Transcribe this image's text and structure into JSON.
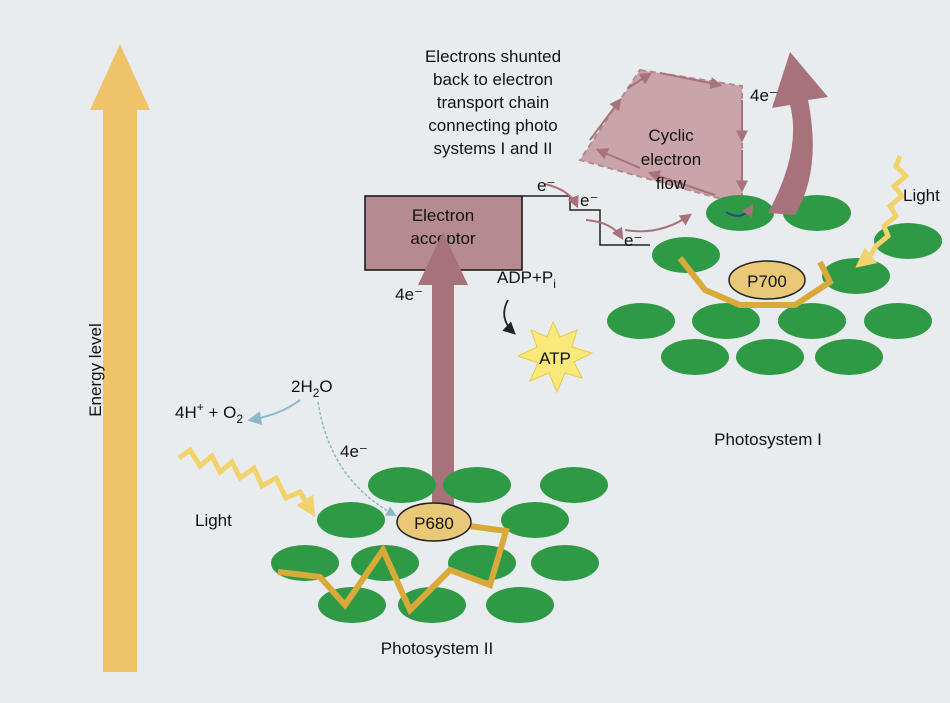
{
  "axis": {
    "label": "Energy level"
  },
  "callout": {
    "lines": [
      "Electrons shunted",
      "back to electron",
      "transport chain",
      "connecting photo",
      "systems I and II"
    ]
  },
  "acceptor": {
    "lines": [
      "Electron",
      "acceptor"
    ]
  },
  "cyclic": {
    "lines": [
      "Cyclic",
      "electron",
      "flow"
    ]
  },
  "photosystem_1": {
    "center_label": "P700",
    "name": "Photosystem I",
    "light_label": "Light"
  },
  "photosystem_2": {
    "center_label": "P680",
    "name": "Photosystem II",
    "light_label": "Light"
  },
  "labels": {
    "electrons_up_ps2": "4e⁻",
    "electrons_up_ps1": "4e⁻",
    "electrons_water": "4e⁻",
    "electron_step": "e⁻",
    "adp": "ADP+P",
    "adp_sub": "i",
    "atp": "ATP"
  },
  "water_split": {
    "reactant_pre": "2H",
    "reactant_sub": "2",
    "reactant_post": "O",
    "product_pre": "4H",
    "product_sup": "+",
    "product_mid": " + O",
    "product_sub": "2"
  },
  "colors": {
    "energy_arrow": "#efc36a",
    "chlorophyll": "#2e9a45",
    "reaction_center": "#e9c978",
    "maroon": "#a8727a",
    "acceptor_fill": "#b58a90",
    "cyclic_fill": "#c9a4aa",
    "light_wave": "#f2d36b",
    "energy_path": "#d9a93a",
    "atp_star": "#f8e97a",
    "water_arrow": "#8ab8c8"
  }
}
